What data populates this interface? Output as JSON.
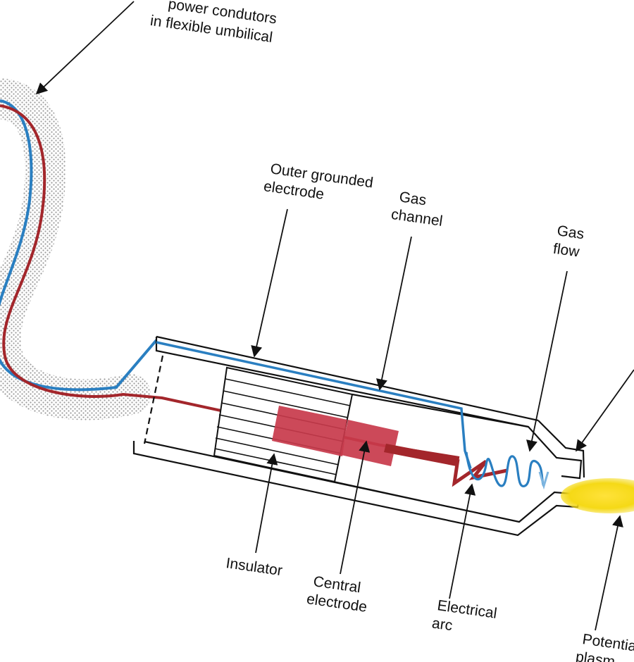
{
  "labels": {
    "umbilical": [
      "power condutors",
      "in flexible umbilical"
    ],
    "outer_electrode": [
      "Outer grounded",
      "electrode"
    ],
    "gas_channel": [
      "Gas",
      "channel"
    ],
    "gas_flow": [
      "Gas",
      "flow"
    ],
    "insulator": "Insulator",
    "central_electrode": [
      "Central",
      "electrode"
    ],
    "electrical_arc": [
      "Electrical",
      "arc"
    ],
    "potential_plasma": [
      "Potentia",
      "plasm"
    ]
  },
  "colors": {
    "ground_wire": "#2a7fc1",
    "power_wire": "#a3262b",
    "central_electrode": "#c8394b",
    "plasma_jet": "#f5d916",
    "outline": "#111111"
  }
}
